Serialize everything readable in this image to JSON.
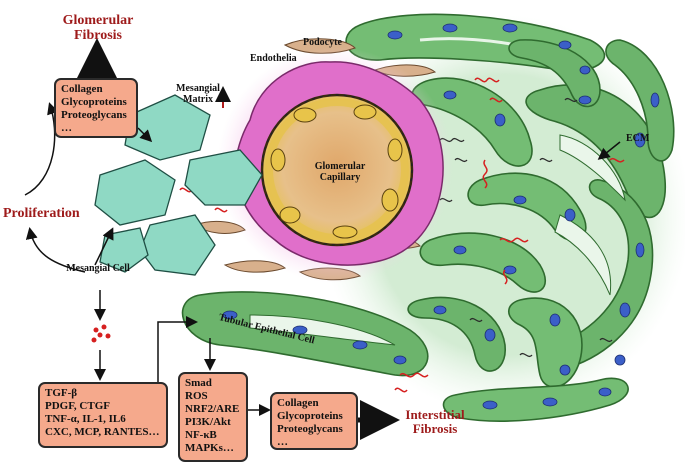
{
  "labels": {
    "glomerular_fibrosis": "Glomerular Fibrosis",
    "mesangial_matrix": "Mesangial Matrix",
    "endothelia": "Endothelia",
    "podocyte": "Podocyte",
    "glomerular_capillary": "Glomerular Capillary",
    "ecm": "ECM",
    "proliferation": "Proliferation",
    "mesangial_cell": "Mesangial Cell",
    "tubular_epithelial_cell": "Tubular Epithelial Cell",
    "interstitial_fibrosis": "Interstitial Fibrosis",
    "up_arrow": "↑"
  },
  "boxes": {
    "matrix_components": [
      "Collagen",
      "Glycoproteins",
      "Proteoglycans",
      "…"
    ],
    "cytokines": [
      "TGF-β",
      "PDGF, CTGF",
      "TNF-α, IL-1, IL6",
      "CXC, MCP, RANTES…"
    ],
    "signaling": [
      "Smad",
      "ROS",
      "NRF2/ARE",
      "PI3K/Akt",
      "NF-κB",
      "MAPKs…"
    ],
    "interstitial_components": [
      "Collagen",
      "Glycoproteins",
      "Proteoglycans",
      "…"
    ]
  },
  "colors": {
    "box_fill": "#f5a98c",
    "fibrosis_text": "#9e1b1b",
    "tubule_green": "#6fb86f",
    "nucleus_blue": "#3b5fc8",
    "mesangial_teal": "#8fd9c4",
    "podocyte_pink": "#e070c8",
    "capillary_yellow": "#e8c44a"
  }
}
